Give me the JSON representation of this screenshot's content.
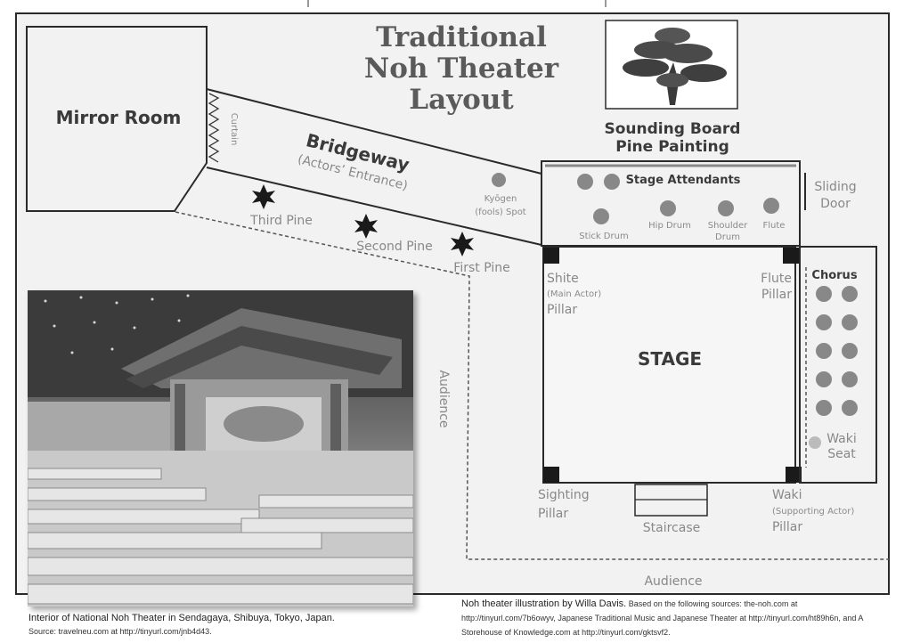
{
  "title_lines": [
    "Traditional",
    "Noh Theater",
    "Layout"
  ],
  "mirror_room": "Mirror Room",
  "curtain": "Curtain",
  "bridgeway": "Bridgeway",
  "actors_entrance": "(Actors’ Entrance)",
  "pines": [
    "Third Pine",
    "Second Pine",
    "First Pine"
  ],
  "kyogen": [
    "Kyōgen",
    "(fools) Spot"
  ],
  "sounding_board": [
    "Sounding Board",
    "Pine Painting"
  ],
  "stage_attendants": "Stage Attendants",
  "sliding_door": [
    "Sliding",
    "Door"
  ],
  "instruments": {
    "stick_drum": "Stick Drum",
    "hip_drum": "Hip Drum",
    "shoulder_drum": [
      "Shoulder",
      "Drum"
    ],
    "flute": "Flute"
  },
  "shite_pillar": [
    "Shite",
    "(Main Actor)",
    "Pillar"
  ],
  "flute_pillar": [
    "Flute",
    "Pillar"
  ],
  "chorus": "Chorus",
  "stage": "STAGE",
  "waki_seat": [
    "Waki",
    "Seat"
  ],
  "sighting_pillar": [
    "Sighting",
    "Pillar"
  ],
  "staircase": "Staircase",
  "waki_pillar": [
    "Waki",
    "(Supporting Actor)",
    "Pillar"
  ],
  "audience_side": "Audience",
  "audience_bottom": "Audience",
  "photo_caption": "Interior of National Noh Theater in Sendagaya, Shibuya, Tokyo, Japan.",
  "photo_source": "Source: travelneu.com at http://tinyurl.com/jnb4d43.",
  "illustration_credit": "Noh theater illustration by Willa Davis.",
  "illustration_sources": "Based on the following sources: the-noh.com at http://tinyurl.com/7b6owyv, Japanese Traditional Music and Japanese Theater at http://tinyurl.com/ht89h6n, and A Storehouse of Knowledge.com at http://tinyurl.com/gktsvf2.",
  "colors": {
    "label_gray": "#888888",
    "dark_text": "#3a3a3a",
    "pillar": "#1a1a1a",
    "frame_bg": "#f2f2f2"
  }
}
